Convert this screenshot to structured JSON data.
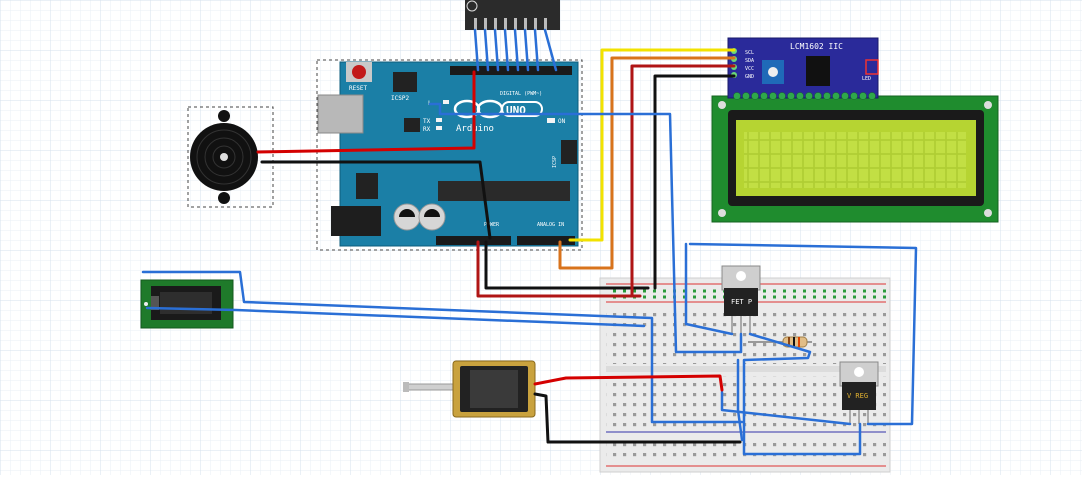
{
  "canvas": {
    "grid_color": "#dde6f0",
    "wire_colors": {
      "red": "#d40000",
      "black": "#111111",
      "blue": "#2a6fd6",
      "yellow": "#f2e200",
      "orange": "#d8731c",
      "dark_red": "#b01515"
    }
  },
  "arduino": {
    "board_color": "#1b7fa6",
    "logo_text": "Arduino",
    "model_text": "UNO",
    "reset_label": "RESET",
    "icsp2_label": "ICSP2",
    "icsp_label": "ICSP",
    "digital_label": "DIGITAL (PWM~)",
    "power_label": "POWER",
    "analog_label": "ANALOG IN",
    "on_label": "ON",
    "tx_label": "TX",
    "rx_label": "RX",
    "l_label": "L"
  },
  "lcd_module": {
    "board_label": "LCM1602 IIC",
    "pins": [
      "SCL",
      "SDA",
      "VCC",
      "GND"
    ],
    "led_label": "LED",
    "screen_color": "#b6d432"
  },
  "transistors": [
    {
      "label": "FET P"
    },
    {
      "label": "V REG"
    }
  ],
  "components": {
    "buzzer": "piezo-buzzer",
    "dc_jack": "dc-barrel-jack",
    "solenoid": "push-pull-solenoid",
    "resistor": "resistor",
    "breadboard": "half-breadboard",
    "header": "pin-header"
  }
}
